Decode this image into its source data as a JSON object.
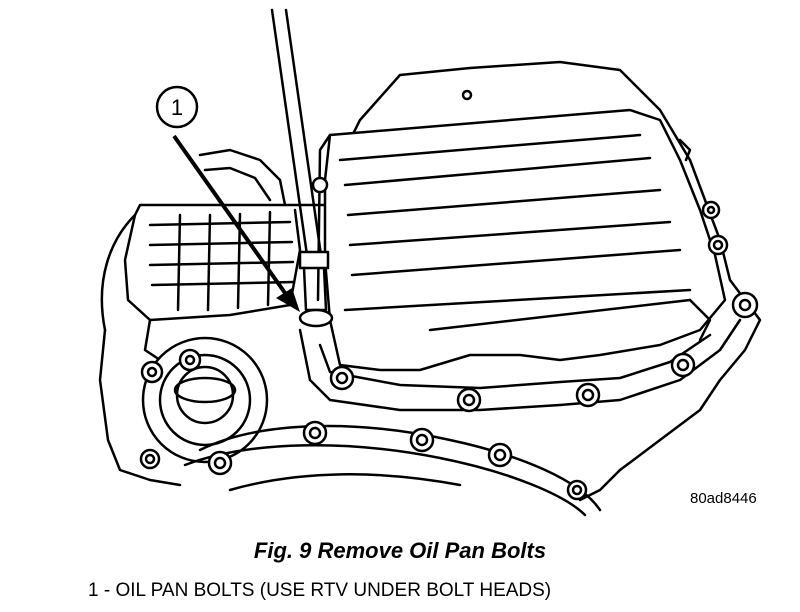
{
  "figure": {
    "callout_number": "1",
    "figure_id": "80ad8446",
    "caption": "Fig. 9 Remove Oil Pan Bolts",
    "legend": "1 - OIL PAN BOLTS (USE RTV UNDER BOLT HEADS)"
  },
  "colors": {
    "line": "#000000",
    "fill": "#ffffff"
  }
}
